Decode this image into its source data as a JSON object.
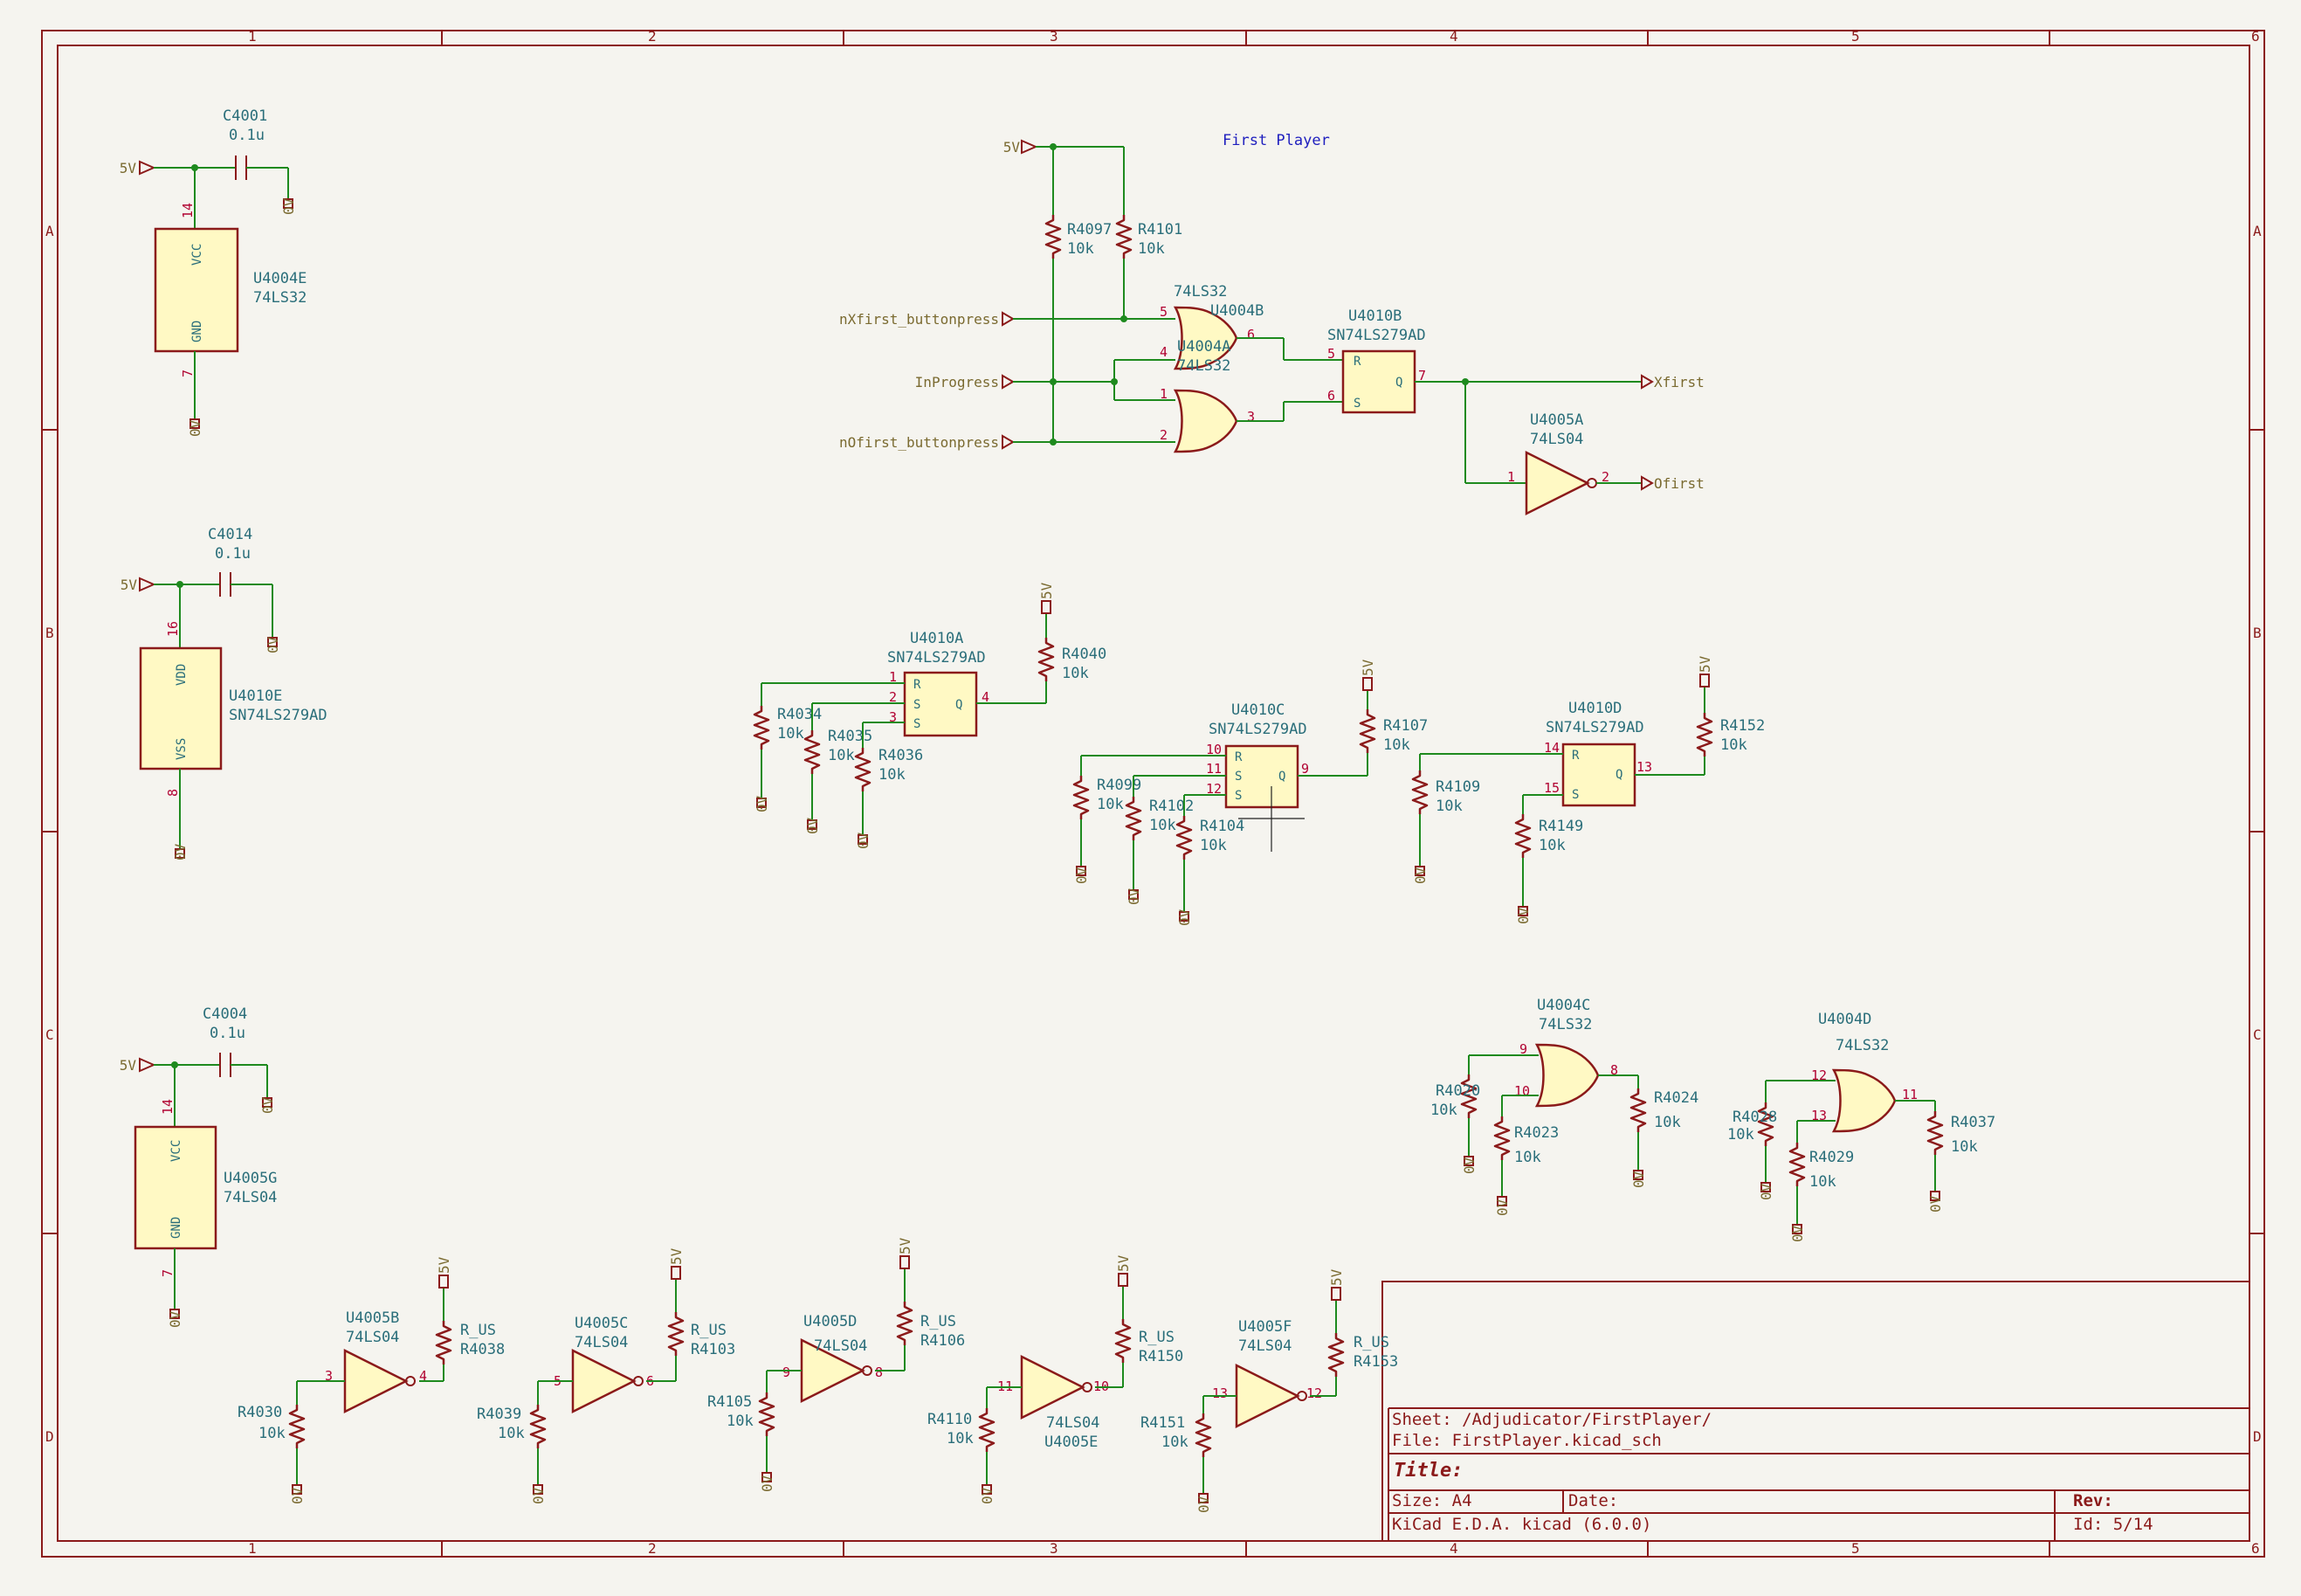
{
  "frame": {
    "cols": [
      "1",
      "2",
      "3",
      "4",
      "5",
      "6"
    ],
    "rows": [
      "A",
      "B",
      "C",
      "D"
    ]
  },
  "note": "First Player",
  "title_block": {
    "sheet": "Sheet: /Adjudicator/FirstPlayer/",
    "file": "File: FirstPlayer.kicad_sch",
    "title_label": "Title:",
    "size": "Size: A4",
    "date": "Date:",
    "rev": "Rev:",
    "tool": "KiCad E.D.A.  kicad (6.0.0)",
    "id": "Id: 5/14"
  },
  "labels": {
    "5v": "5V",
    "0v": "0V",
    "nx": "nXfirst_buttonpress",
    "inprog": "InProgress",
    "no": "nOfirst_buttonpress",
    "xfirst": "Xfirst",
    "ofirst": "Ofirst"
  },
  "pins": {
    "g_r": "R",
    "g_s": "S",
    "g_q": "Q",
    "vcc": "VCC",
    "gnd": "GND",
    "vdd": "VDD",
    "vss": "VSS"
  },
  "refs": {
    "C4001": "C4001",
    "C4014": "C4014",
    "C4004": "C4004",
    "cval": "0.1u",
    "U4004E": "U4004E",
    "U4010E": "U4010E",
    "U4005G": "U4005G",
    "ls32": "74LS32",
    "ls04": "74LS04",
    "ls279": "SN74LS279AD",
    "R4097": "R4097",
    "R4101": "R4101",
    "r10k": "10k",
    "U4004B": "U4004B",
    "U4004A": "U4004A",
    "U4010B": "U4010B",
    "U4005A": "U4005A",
    "U4010A": "U4010A",
    "U4010C": "U4010C",
    "U4010D": "U4010D",
    "R4040": "R4040",
    "R4034": "R4034",
    "R4035": "R4035",
    "R4036": "R4036",
    "R4107": "R4107",
    "R4099": "R4099",
    "R4102": "R4102",
    "R4104": "R4104",
    "R4152": "R4152",
    "R4109": "R4109",
    "R4149": "R4149",
    "U4004C": "U4004C",
    "U4004D": "U4004D",
    "R4020": "R4020",
    "R4023": "R4023",
    "R4024": "R4024",
    "R4028": "R4028",
    "R4029": "R4029",
    "R4037": "R4037",
    "rus": "R_US",
    "U4005B": "U4005B",
    "U4005C": "U4005C",
    "U4005D": "U4005D",
    "U4005E": "U4005E",
    "U4005F": "U4005F",
    "R4038": "R4038",
    "R4103": "R4103",
    "R4106": "R4106",
    "R4150": "R4150",
    "R4153": "R4153",
    "R4030": "R4030",
    "R4039": "R4039",
    "R4105": "R4105",
    "R4110": "R4110",
    "R4151": "R4151"
  },
  "pinnums": {
    "n1": "1",
    "n2": "2",
    "n3": "3",
    "n4": "4",
    "n5": "5",
    "n6": "6",
    "n7": "7",
    "n8": "8",
    "n9": "9",
    "n10": "10",
    "n11": "11",
    "n12": "12",
    "n13": "13",
    "n14": "14",
    "n15": "15",
    "n16": "16"
  }
}
